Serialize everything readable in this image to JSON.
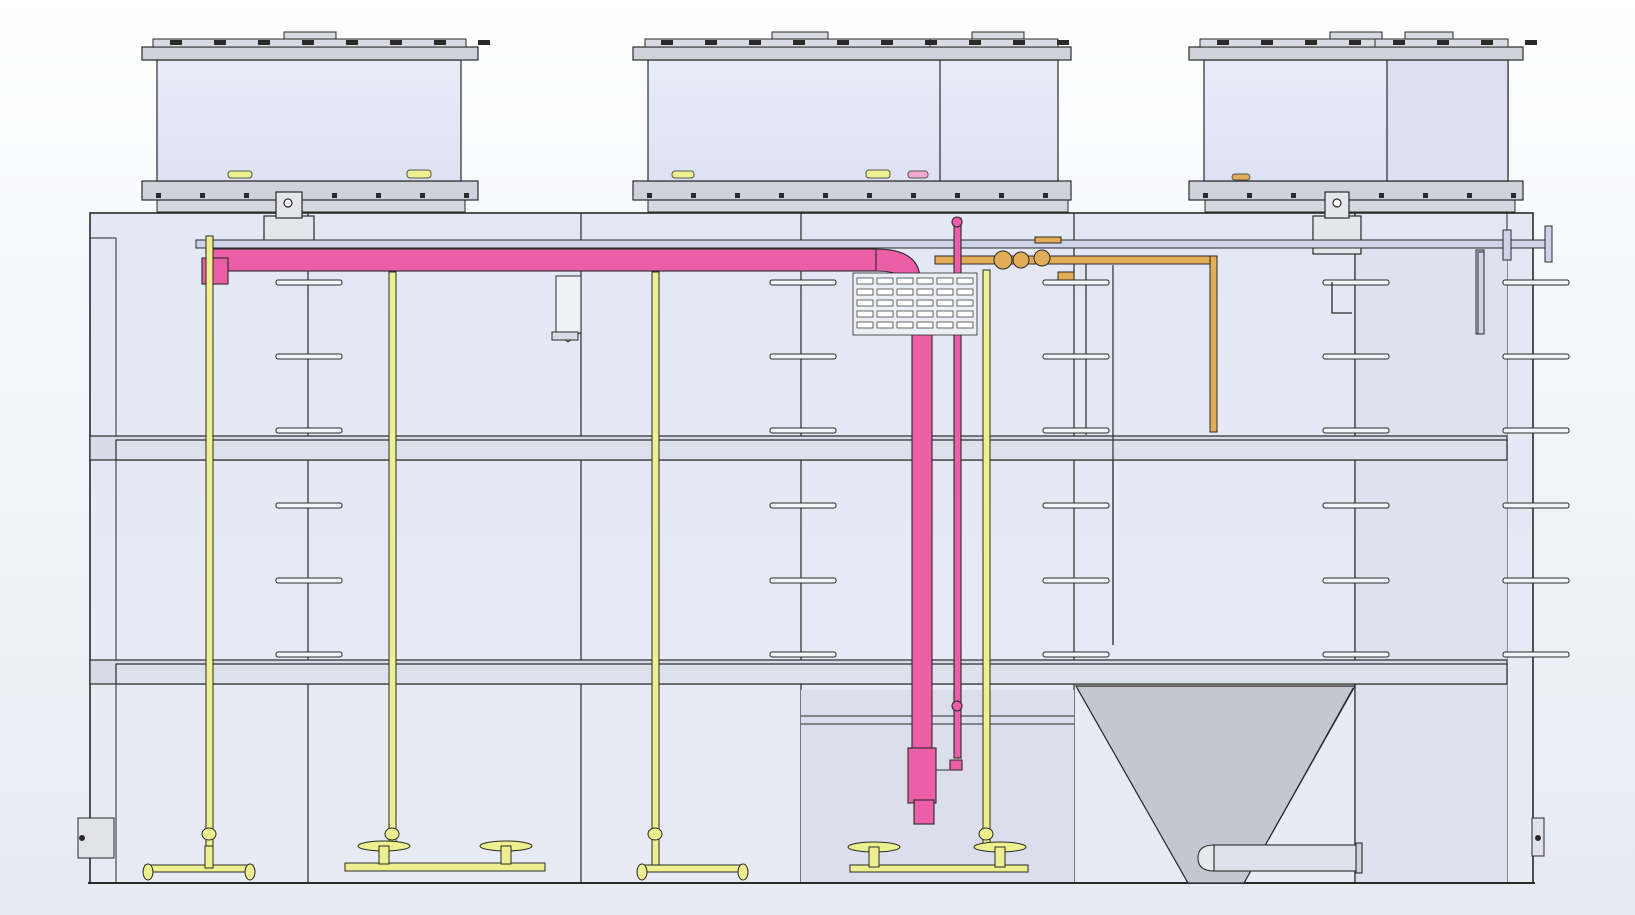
{
  "view": {
    "title": "",
    "labels": []
  },
  "colors": {
    "background_top": "#ffffff",
    "background_bottom": "#e6eaf3",
    "outline": "#2a2a2a",
    "tank_fill": "#e6e9f5",
    "tank_fill_right": "#dde2f3",
    "cover_lid": "#d4d7df",
    "walkway": "#d2d6e2",
    "pipe_magenta": "#ec5fa8",
    "pipe_yellow": "#eef08f",
    "pipe_orange": "#e3ad57",
    "pipe_lavender": "#cfd3ea",
    "hopper": "#c4c7d0",
    "support_bracket": "#d9dbe2"
  },
  "components": {
    "top_modules": [
      "cover-module-1",
      "cover-module-2",
      "cover-module-3"
    ],
    "main_pipe": "magenta-header-pipe",
    "risers": "yellow-riser-pipes",
    "diffusers": "disc-diffusers",
    "hopper": "sludge-hopper",
    "outlet": "outlet-pipe"
  }
}
